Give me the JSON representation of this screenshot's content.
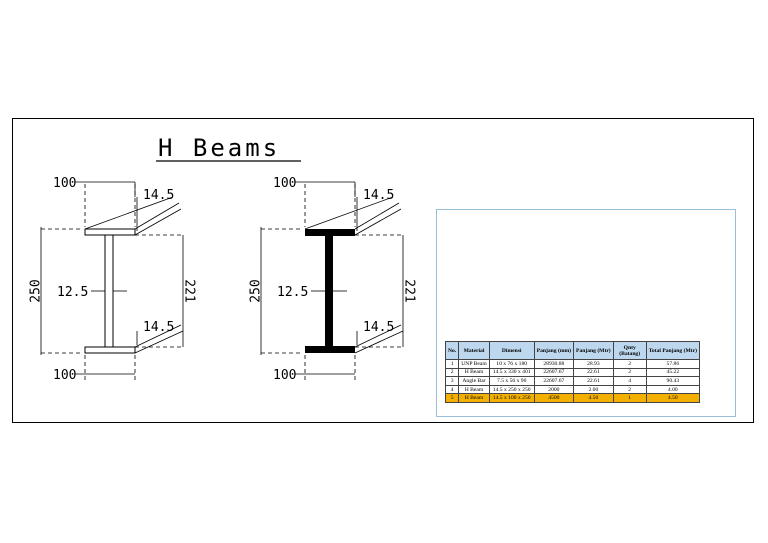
{
  "drawing": {
    "title": "H Beams",
    "left_section": {
      "flange_width": "100",
      "flange_thickness_top": "14.5",
      "flange_thickness_bottom": "14.5",
      "web_thickness": "12.5",
      "overall_height": "250",
      "web_height": "221",
      "bottom_width": "100",
      "fill": "outline"
    },
    "right_section": {
      "flange_width": "100",
      "flange_thickness_top": "14.5",
      "flange_thickness_bottom": "14.5",
      "web_thickness": "12.5",
      "overall_height": "250",
      "web_height": "221",
      "bottom_width": "100",
      "fill": "solid"
    }
  },
  "table": {
    "headers": [
      "No.",
      "Material",
      "Dimensi",
      "Panjang (mm)",
      "Panjang (Mtr)",
      "Qnty (Batang)",
      "Total Panjang (Mtr)"
    ],
    "rows": [
      [
        "1",
        "UNP Beam",
        "10 x 76 x 180",
        "28930.88",
        "28.93",
        "2",
        "57.86"
      ],
      [
        "2",
        "H Beam",
        "14.5 x 330 x 401",
        "22607.67",
        "22.61",
        "2",
        "45.22"
      ],
      [
        "3",
        "Angle Bar",
        "7.5 x 56 x 90",
        "22607.67",
        "22.61",
        "4",
        "90.43"
      ],
      [
        "4",
        "H Beam",
        "14.5 x 250 x 250",
        "2000",
        "2.00",
        "2",
        "4.00"
      ],
      [
        "5",
        "H Beam",
        "14.5 x 100 x 250",
        "4500",
        "4.50",
        "1",
        "4.50"
      ]
    ],
    "highlight_row": 4,
    "colors": {
      "header": "#bcd7ee",
      "highlight": "#f4b000"
    }
  }
}
